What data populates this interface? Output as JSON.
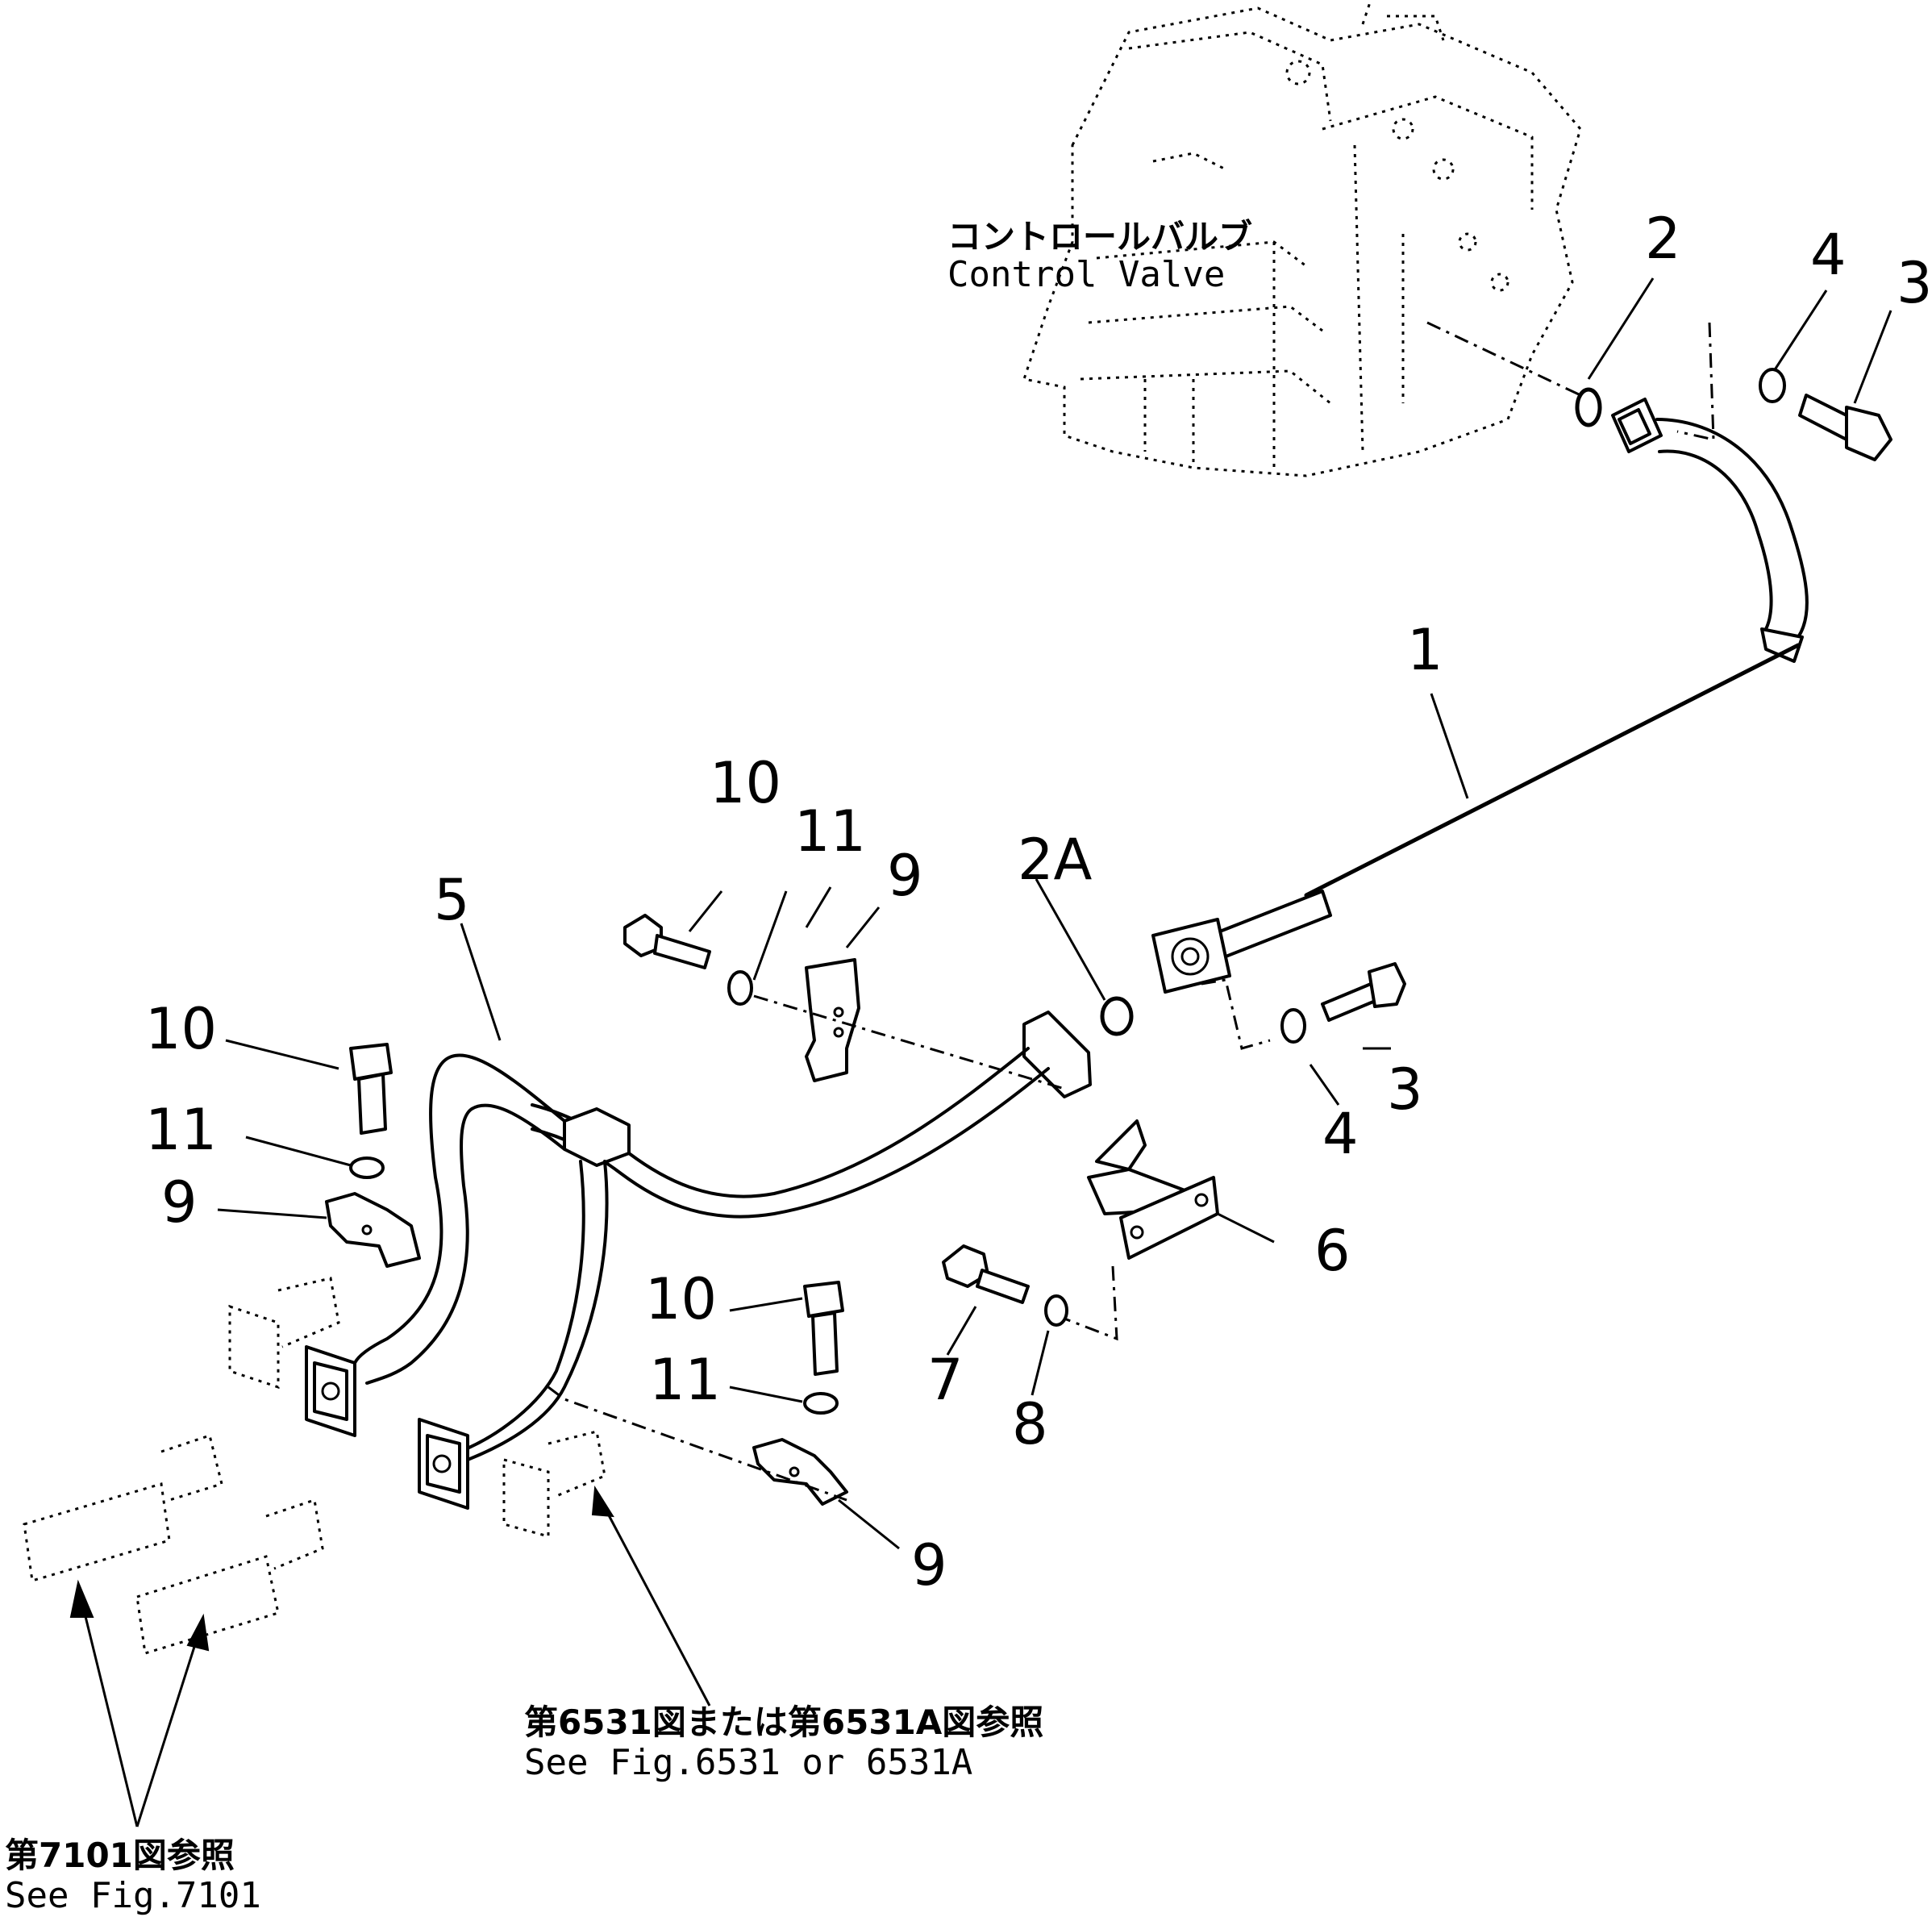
{
  "notes": {
    "control_valve_jp": "コントロールバルブ",
    "control_valve_en": "Control Valve",
    "see_6531_jp": "第6531図または第6531A図参照",
    "see_6531_en": "See Fig.6531 or 6531A",
    "see_7101_jp": "第7101図参照",
    "see_7101_en": "See Fig.7101"
  },
  "callouts": {
    "c1": "1",
    "c2_top": "2",
    "c2a": "2A",
    "c3_top": "3",
    "c3_mid": "3",
    "c4_top": "4",
    "c4_mid": "4",
    "c5": "5",
    "c6": "6",
    "c7": "7",
    "c8": "8",
    "c9_upper": "9",
    "c9_left": "9",
    "c9_lower": "9",
    "c10_upper": "10",
    "c10_left": "10",
    "c10_lower": "10",
    "c11_upper": "11",
    "c11_left": "11",
    "c11_lower": "11"
  }
}
